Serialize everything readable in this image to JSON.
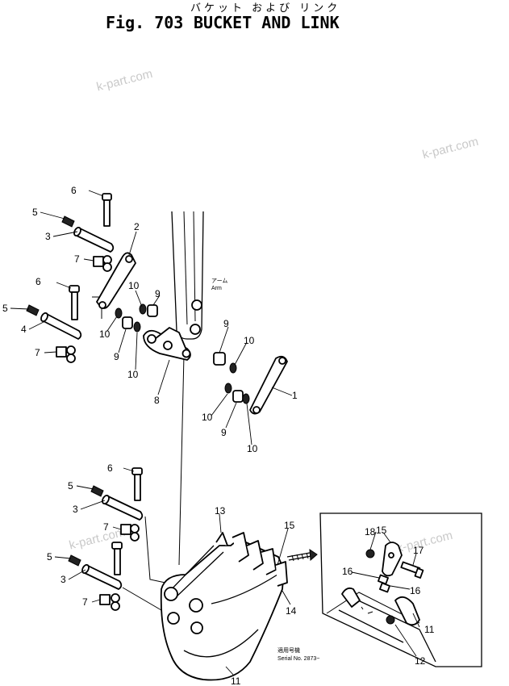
{
  "header": {
    "fig_label": "Fig. 703",
    "japanese_title": "バケット および リンク",
    "title": "BUCKET AND LINK"
  },
  "watermarks": [
    "k-part.com",
    "k-part.com",
    "k-part.com",
    "k-part.com"
  ],
  "arm_label": {
    "jp": "アーム",
    "en": "Arm"
  },
  "serial_note": {
    "jp": "適用号機",
    "en": "Serial No. 2873~"
  },
  "callouts": [
    "1",
    "2",
    "3",
    "3",
    "3",
    "4",
    "5",
    "5",
    "5",
    "5",
    "6",
    "6",
    "6",
    "7",
    "7",
    "7",
    "7",
    "8",
    "9",
    "9",
    "9",
    "9",
    "10",
    "10",
    "10",
    "10",
    "10",
    "10",
    "11",
    "11",
    "12",
    "13",
    "14",
    "15",
    "15",
    "16",
    "16",
    "17",
    "18"
  ]
}
